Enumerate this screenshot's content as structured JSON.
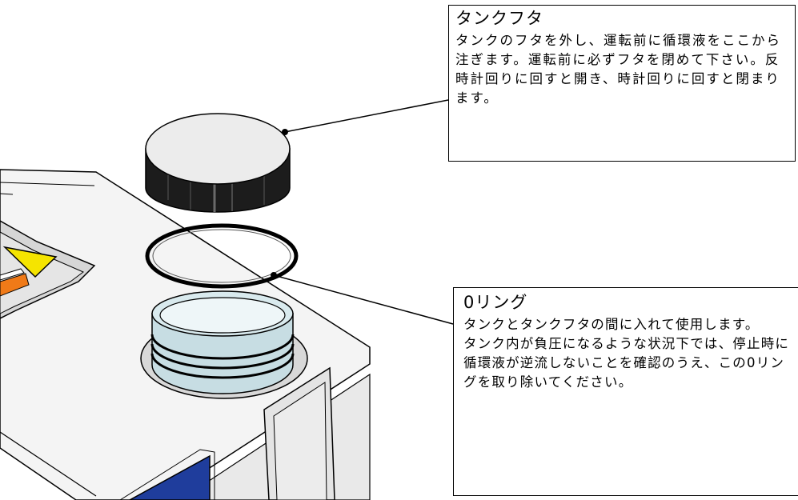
{
  "callouts": {
    "cap": {
      "title": "タンクフタ",
      "text": "タンクのフタを外し、運転前に循環液をここから注ぎます。運転前に必ずフタを閉めて下さい。反時計回りに回すと開き、時計回りに回すと閉まります。"
    },
    "oring": {
      "title": "0リング",
      "text_lines": [
        "タンクとタンクフタの間に入れて使用します。",
        "タンク内が負圧になるような状況下では、停止時に循環液が逆流しないことを確認のうえ、この0リングを取り除いてください。"
      ]
    }
  },
  "colors": {
    "cap_top": "#ececec",
    "cap_side": "#1c1c1c",
    "tank_neck": "#cfe2e6",
    "panel_yellow": "#f5e400",
    "panel_orange": "#f07a18",
    "display_blue": "#1f3d9c",
    "outline": "#000000"
  }
}
